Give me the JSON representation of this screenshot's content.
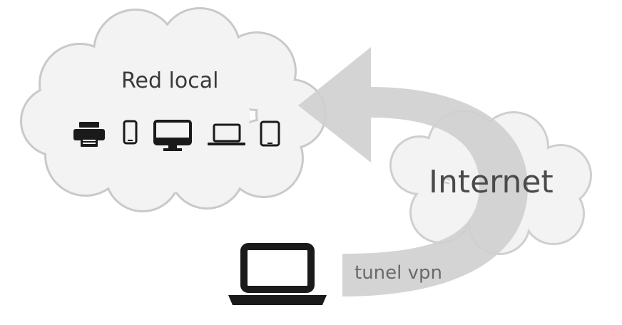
{
  "diagram": {
    "local_network_label": "Red local",
    "internet_label": "Internet",
    "tunnel_label": "tunel vpn",
    "devices": [
      "printer-icon",
      "smartphone-icon",
      "monitor-icon",
      "laptop-icon",
      "tablet-icon"
    ],
    "remote_device": "laptop-icon"
  },
  "colors": {
    "cloud_fill": "#f3f3f3",
    "cloud_outline": "#c9c9c9",
    "arrow": "#cfcfcf",
    "icon": "#1a1a1a",
    "text_dark": "#3a3a3a",
    "text_tunnel": "#6a6a6a"
  }
}
